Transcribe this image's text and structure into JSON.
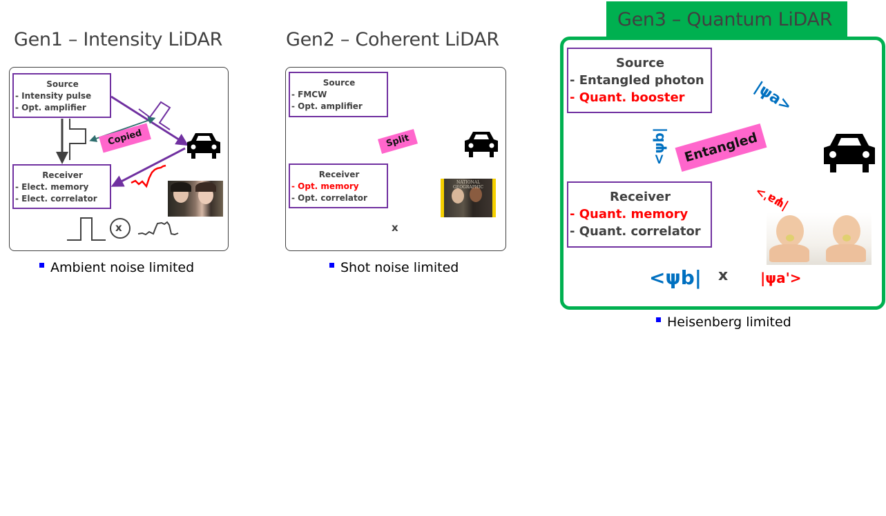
{
  "panels": [
    {
      "title": "Gen1 – Intensity LiDAR",
      "source": {
        "heading": "Source",
        "lines": [
          "- Intensity pulse",
          "- Opt. amplifier"
        ]
      },
      "receiver": {
        "heading": "Receiver",
        "lines": [
          "- Elect. memory",
          "- Elect. correlator"
        ]
      },
      "tag": "Copied",
      "bottom_operator": "x",
      "bullet": "Ambient noise limited",
      "photo": "two-people-photo"
    },
    {
      "title": "Gen2 – Coherent LiDAR",
      "source": {
        "heading": "Source",
        "lines": [
          "- FMCW",
          "- Opt. amplifier"
        ]
      },
      "receiver": {
        "heading": "Receiver",
        "lines": [
          "- Opt. memory",
          "- Opt. correlator"
        ],
        "red_lines": [
          0
        ]
      },
      "tag": "Split",
      "bottom_operator": "x",
      "bullet": "Shot noise limited",
      "photo": "magazine-cover-twins",
      "photo_caption": "NATIONAL GEOGRAPHIC"
    },
    {
      "title": "Gen3 – Quantum LiDAR",
      "source": {
        "heading": "Source",
        "lines": [
          "- Entangled photon",
          "- Quant. booster"
        ],
        "red_lines": [
          1
        ]
      },
      "receiver": {
        "heading": "Receiver",
        "lines": [
          "- Quant. memory",
          "- Quant. correlator"
        ],
        "red_lines": [
          0
        ]
      },
      "tag": "Entangled",
      "ket_out": "|ψa>",
      "ket_ref": "<ψb|",
      "ket_return": "|ψa'>",
      "bottom_left": "<ψb|",
      "bottom_operator": "x",
      "bottom_right": "|ψa'>",
      "bullet": "Heisenberg limited",
      "photo": "twin-babies-photo"
    }
  ],
  "colors": {
    "gen3_green": "#00b050",
    "box_border": "#7030a0",
    "beam_purple": "#7030a0",
    "tag_pink": "#ff66cc",
    "wave_blue": "#0070c0",
    "return_red": "#ff0000",
    "link_teal": "#2e6e6e",
    "bullet_blue": "#0000ff"
  }
}
